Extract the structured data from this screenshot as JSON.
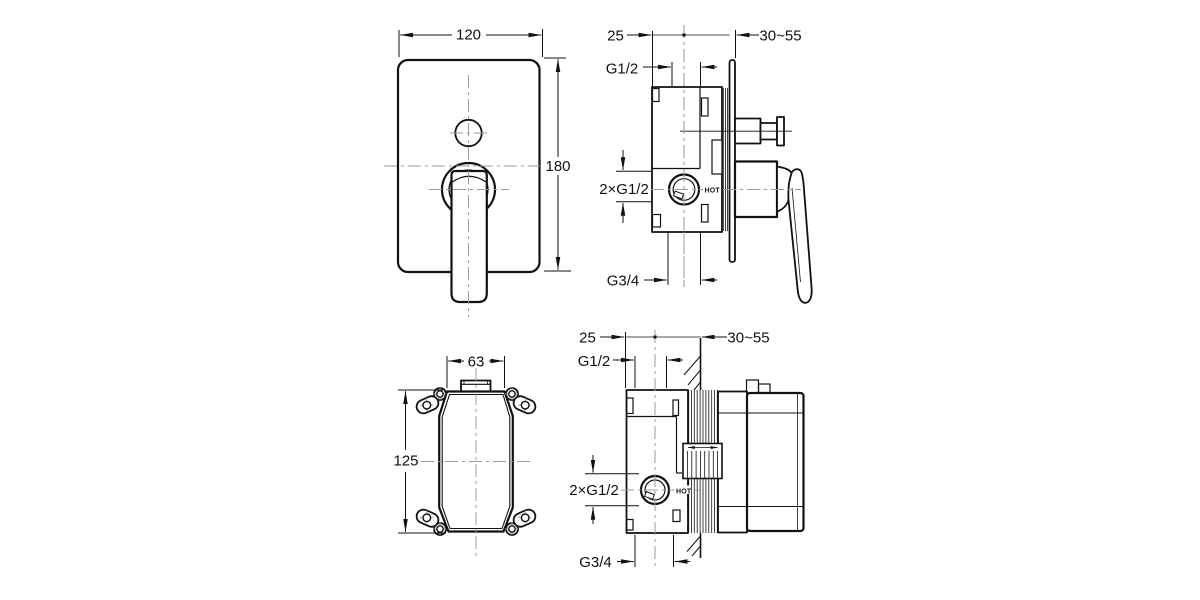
{
  "drawing": {
    "background": "#ffffff",
    "line_color": "#111111",
    "centerline_color": "#9b9b9b",
    "views": {
      "front_trim": {
        "width_dim": "120",
        "height_dim": "180"
      },
      "side_trim": {
        "offset_dim": "25",
        "depth_range_dim": "30~55",
        "top_port_dim": "G1/2",
        "inlet_dim": "2×G1/2",
        "bottom_port_dim": "G3/4",
        "hot_label": "HOT"
      },
      "front_box": {
        "width_dim": "63",
        "height_dim": "125"
      },
      "side_box": {
        "offset_dim": "25",
        "depth_range_dim": "30~55",
        "top_port_dim": "G1/2",
        "inlet_dim": "2×G1/2",
        "bottom_port_dim": "G3/4",
        "hot_label": "HOT"
      }
    }
  }
}
